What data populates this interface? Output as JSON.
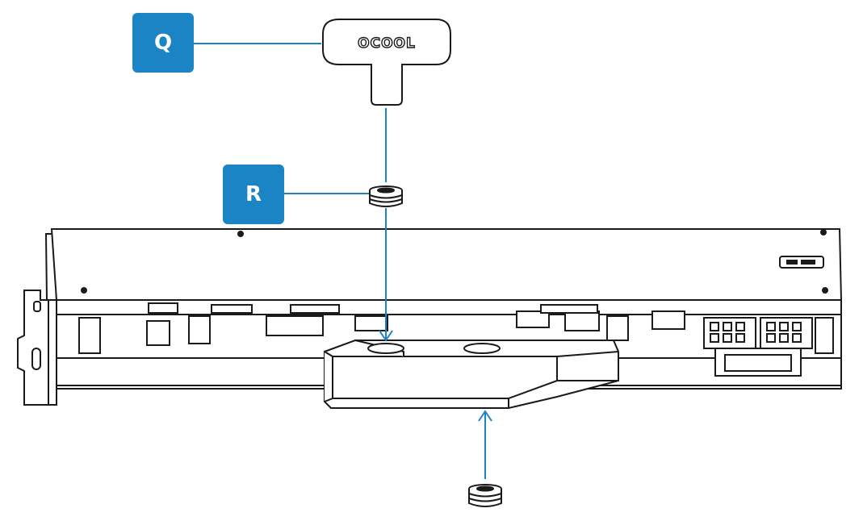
{
  "callouts": {
    "q": "Q",
    "r": "R"
  },
  "logo_text": "OCOOL",
  "colors": {
    "callout_box": "#1a84c4",
    "leader_line": "#1a84c4",
    "outline": "#1a1a1a",
    "background": "#ffffff"
  },
  "icons": {
    "tool": "alphacool-key-tool-icon",
    "plug_top": "threaded-plug-icon",
    "plug_bottom": "threaded-plug-icon"
  }
}
